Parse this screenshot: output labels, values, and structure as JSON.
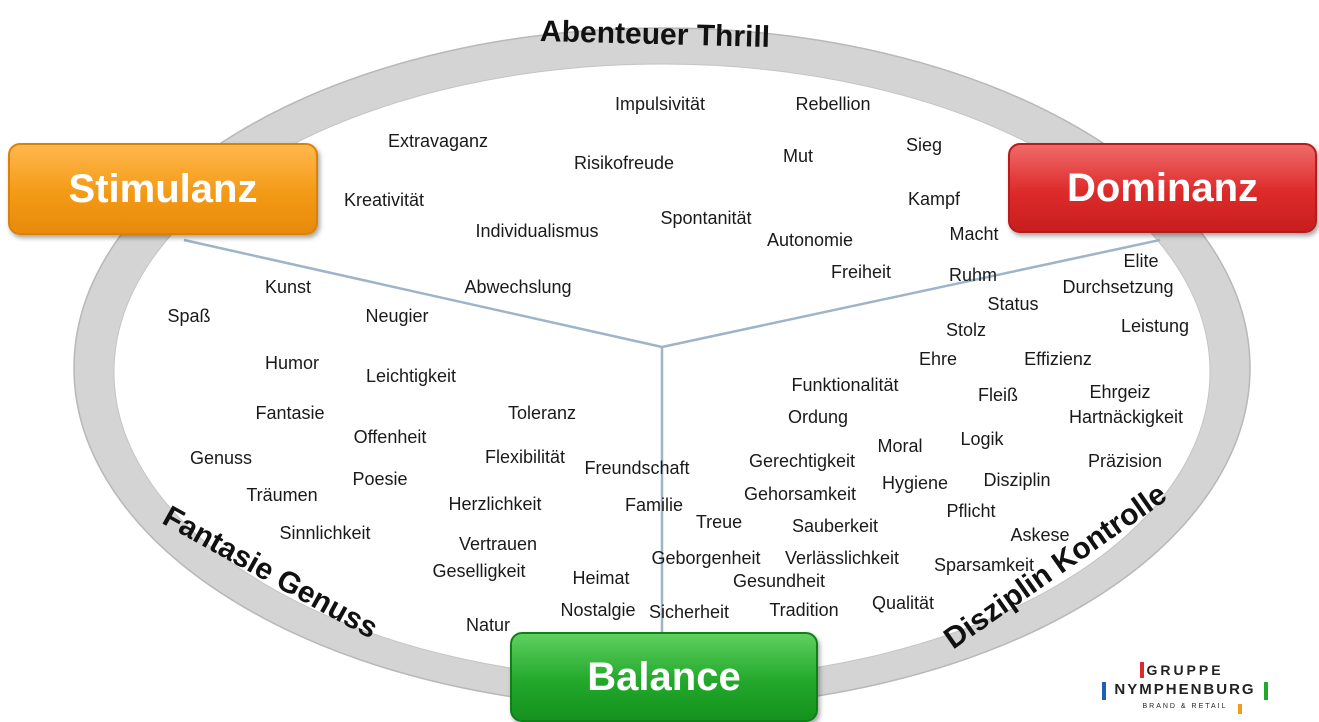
{
  "boxes": {
    "stimulanz": "Stimulanz",
    "dominanz": "Dominanz",
    "balance": "Balance"
  },
  "ring_labels": {
    "top": "Abenteuer Thrill",
    "left": "Fantasie Genuss",
    "right": "Disziplin Kontrolle"
  },
  "words": [
    "Impulsivität",
    "Rebellion",
    "Extravaganz",
    "Risikofreude",
    "Mut",
    "Sieg",
    "Kreativität",
    "Spontanität",
    "Kampf",
    "Individualismus",
    "Autonomie",
    "Macht",
    "Freiheit",
    "Ruhm",
    "Elite",
    "Kunst",
    "Abwechslung",
    "Durchsetzung",
    "Status",
    "Spaß",
    "Neugier",
    "Stolz",
    "Leistung",
    "Humor",
    "Ehre",
    "Effizienz",
    "Leichtigkeit",
    "Funktionalität",
    "Ehrgeiz",
    "Fleiß",
    "Fantasie",
    "Toleranz",
    "Ordung",
    "Hartnäckigkeit",
    "Offenheit",
    "Logik",
    "Moral",
    "Genuss",
    "Flexibilität",
    "Gerechtigkeit",
    "Präzision",
    "Freundschaft",
    "Poesie",
    "Hygiene",
    "Disziplin",
    "Träumen",
    "Gehorsamkeit",
    "Herzlichkeit",
    "Familie",
    "Pflicht",
    "Treue",
    "Sauberkeit",
    "Sinnlichkeit",
    "Askese",
    "Vertrauen",
    "Geborgenheit",
    "Verlässlichkeit",
    "Sparsamkeit",
    "Geselligkeit",
    "Heimat",
    "Gesundheit",
    "Nostalgie",
    "Sicherheit",
    "Tradition",
    "Qualität",
    "Natur"
  ],
  "logo": {
    "line1": "GRUPPE",
    "line2": "NYMPHENBURG",
    "line3": "BRAND & RETAIL"
  },
  "colors": {
    "stimulanz": "#f39a16",
    "dominanz": "#dd2a2a",
    "balance": "#22a82b",
    "ring": "#d4d4d4",
    "divider": "#9fb4c8"
  }
}
